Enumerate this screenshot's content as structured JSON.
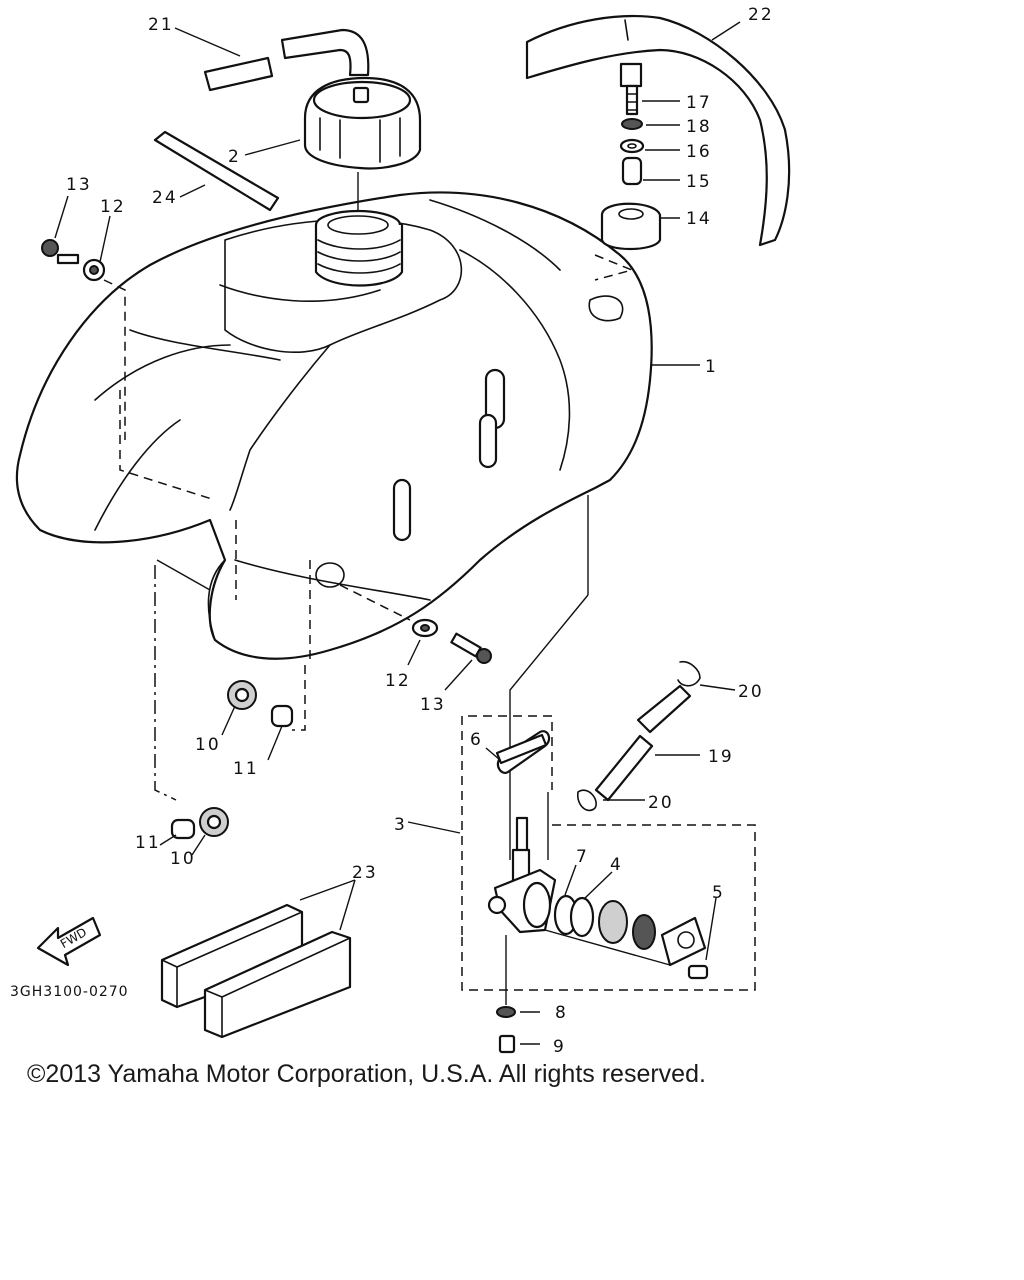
{
  "diagram": {
    "code": "3GH3100-0270",
    "fwd_label": "FWD",
    "callouts": {
      "c1": "1",
      "c2": "2",
      "c3": "3",
      "c4": "4",
      "c5": "5",
      "c6": "6",
      "c7": "7",
      "c8": "8",
      "c9": "9",
      "c10a": "10",
      "c10b": "10",
      "c11a": "11",
      "c11b": "11",
      "c12a": "12",
      "c12b": "12",
      "c13a": "13",
      "c13b": "13",
      "c14": "14",
      "c15": "15",
      "c16": "16",
      "c17": "17",
      "c18": "18",
      "c19": "19",
      "c20a": "20",
      "c20b": "20",
      "c21": "21",
      "c22": "22",
      "c23": "23",
      "c24": "24"
    }
  },
  "footer": {
    "copyright": "©2013 Yamaha Motor Corporation, U.S.A. All rights reserved."
  }
}
